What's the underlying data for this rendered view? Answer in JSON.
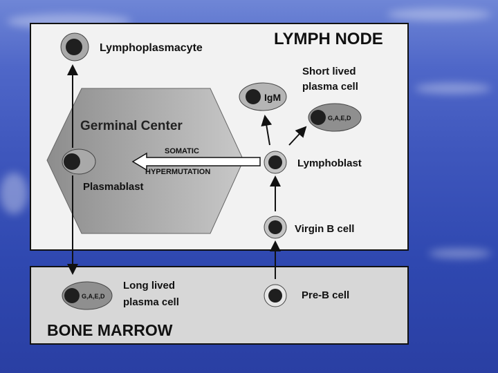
{
  "lymph_node_title": "LYMPH NODE",
  "bone_marrow_title": "BONE MARROW",
  "germinal_center": "Germinal Center",
  "somatic_1": "SOMATIC",
  "somatic_2": "HYPERMUTATION",
  "cells": {
    "lymphoplasmacyte": "Lymphoplasmacyte",
    "plasmablast": "Plasmablast",
    "short_lived_1": "Short lived",
    "short_lived_2": "plasma cell",
    "igm": "IgM",
    "gaed": "G,A,E,D",
    "lymphoblast": "Lymphoblast",
    "virgin_b": "Virgin B cell",
    "long_lived_1": "Long lived",
    "long_lived_2": "plasma cell",
    "long_gaed": "G,A,E,D",
    "pre_b": "Pre-B cell"
  },
  "colors": {
    "panel": "#f2f2f2",
    "bone_panel": "#d7d7d7",
    "hexagon": "#9b9b9b",
    "cell_ring": "#a9a9a9",
    "nucleus": "#1f1f1f"
  }
}
